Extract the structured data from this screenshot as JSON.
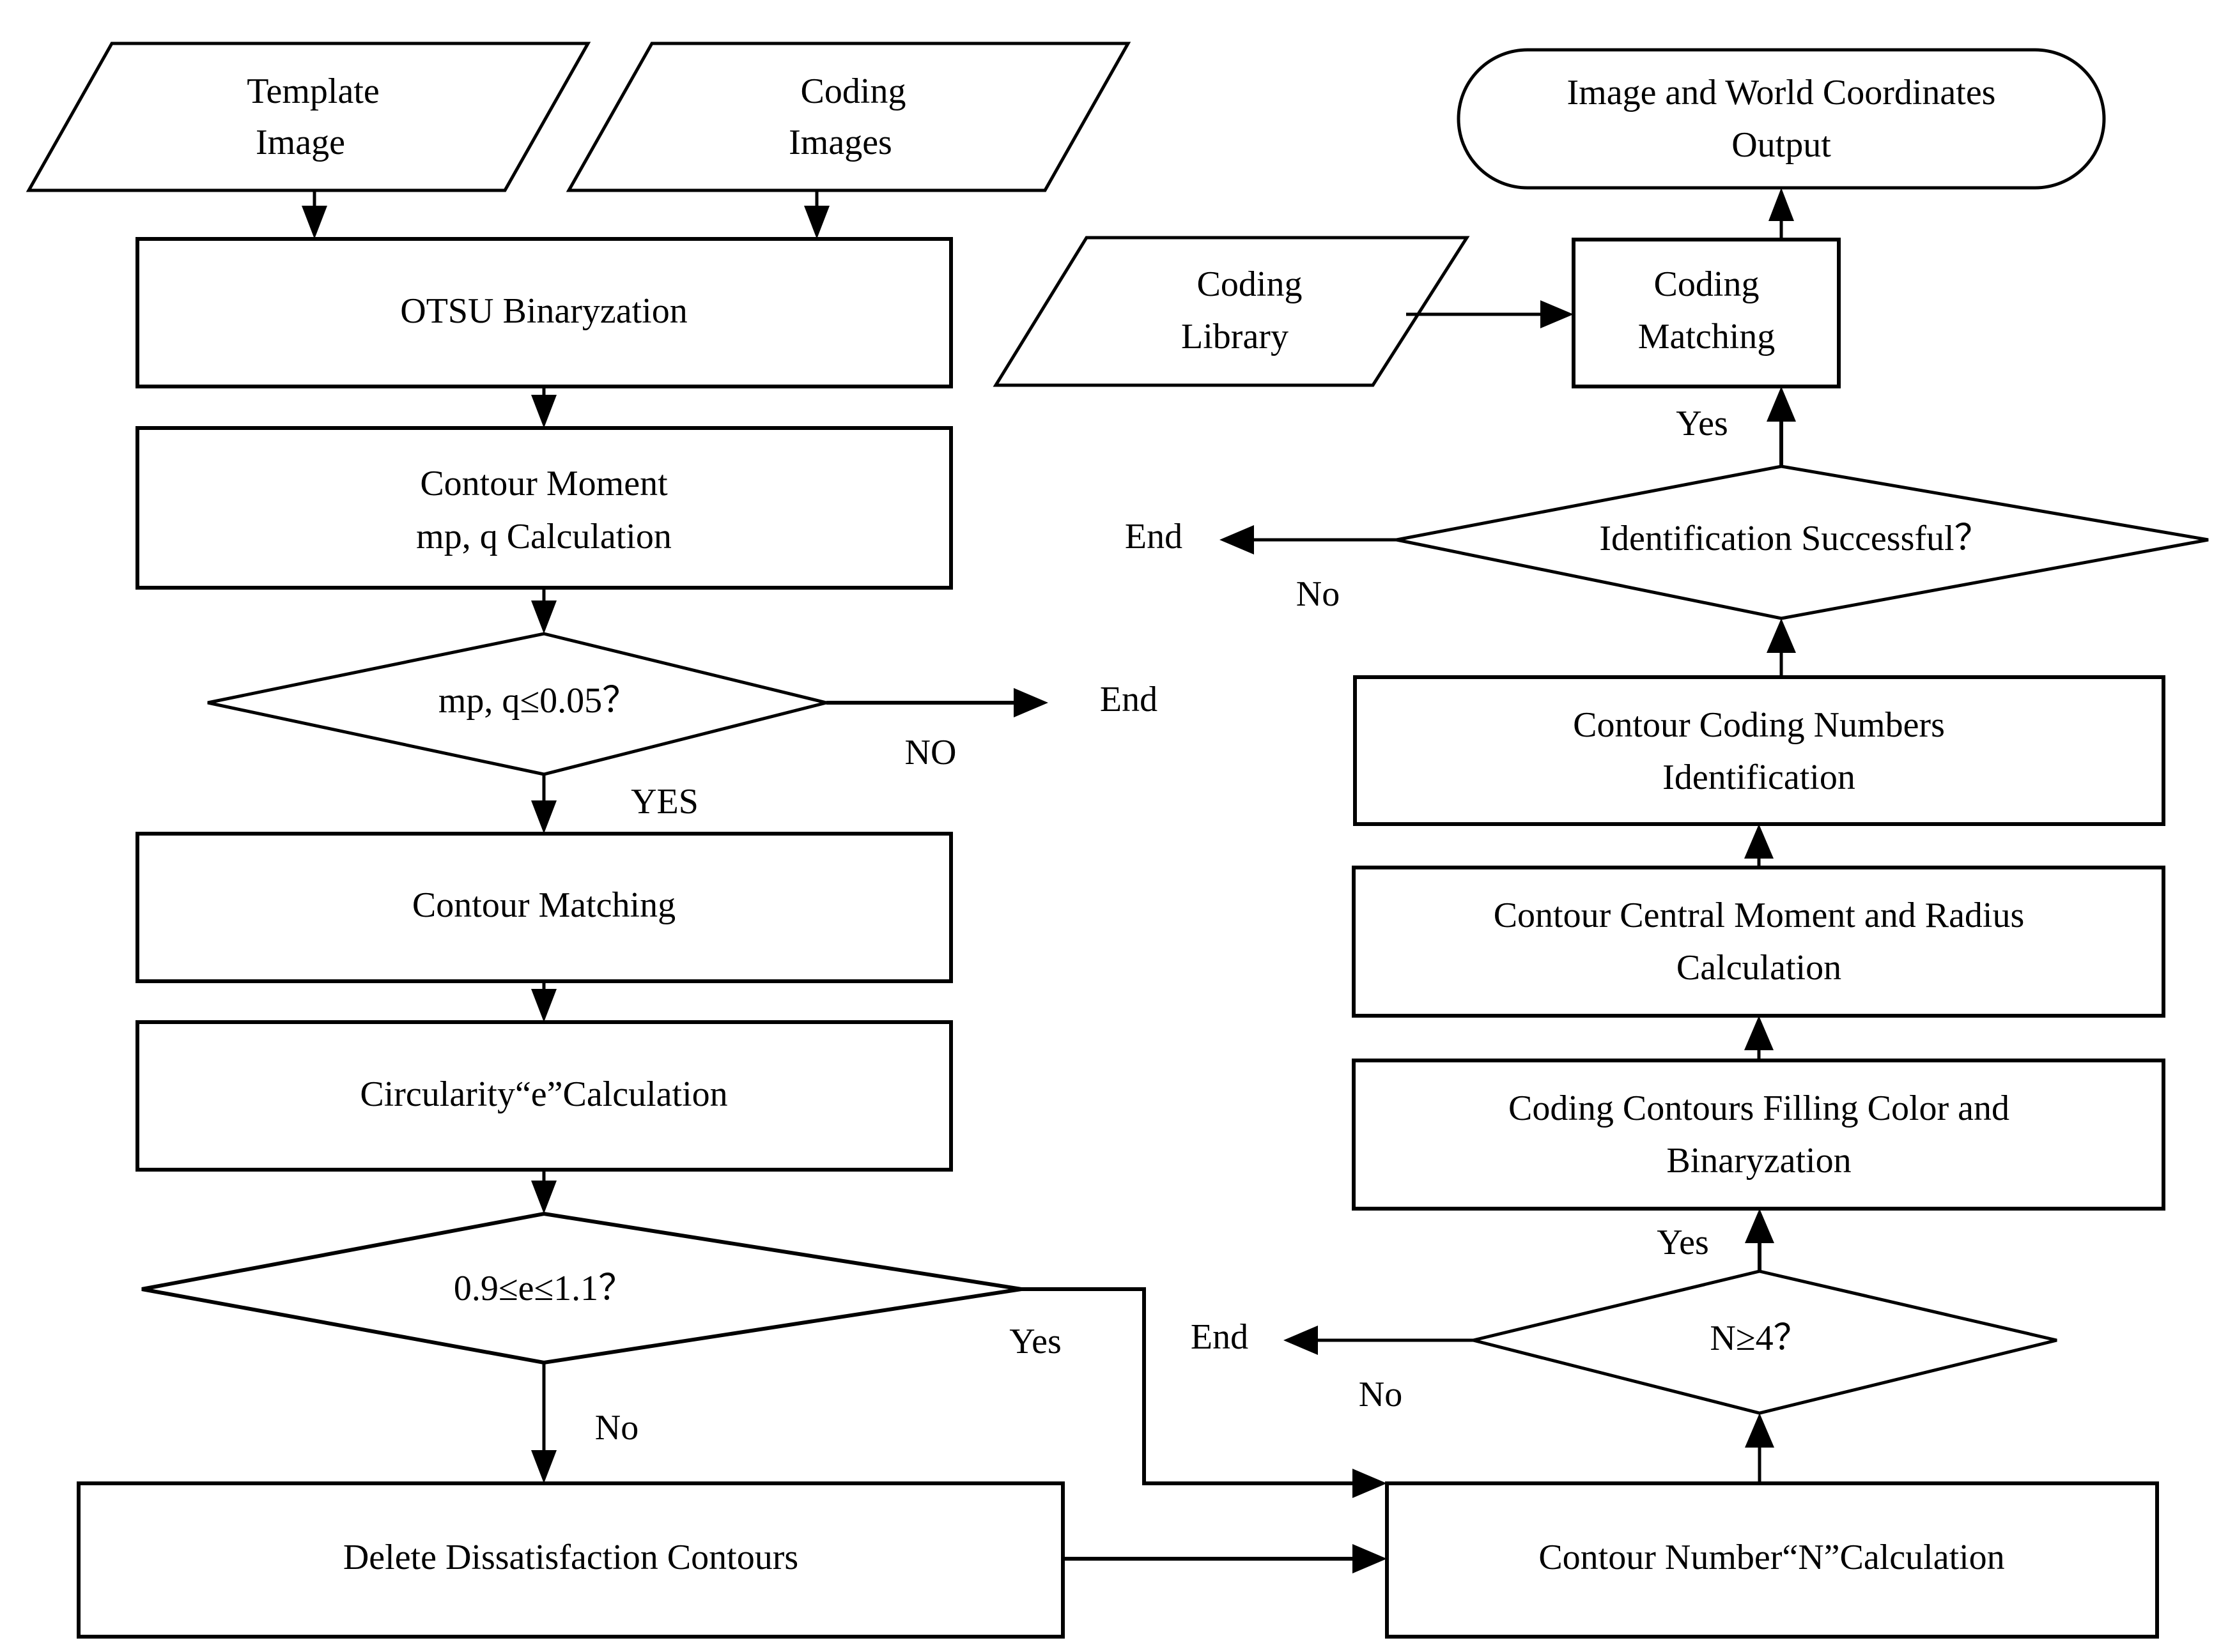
{
  "diagram": {
    "title": "Coded marker image processing and identification flowchart",
    "background_color": "#ffffff",
    "line_color": "#000000"
  },
  "nodes": {
    "template_image": {
      "label_line1": "Template",
      "label_line2": "Image",
      "shape": "parallelogram-input"
    },
    "coding_images": {
      "label_line1": "Coding",
      "label_line2": "Images",
      "shape": "parallelogram-input"
    },
    "otsu": {
      "label_line1": "OTSU Binaryzation",
      "shape": "process"
    },
    "contour_moment": {
      "label_line1": "Contour Moment",
      "label_line2_italic": "mp, q",
      "label_line2_rest": " Calculation",
      "shape": "process"
    },
    "moment_decision": {
      "label_italic": "mp, q",
      "label_rest": "≤0.05？",
      "shape": "decision"
    },
    "contour_matching": {
      "label_line1": "Contour Matching",
      "shape": "process"
    },
    "circularity": {
      "label_line1": "Circularity“e”Calculation",
      "shape": "process"
    },
    "circularity_decision": {
      "label_line1": "0.9≤e≤1.1？",
      "shape": "decision"
    },
    "delete_contours": {
      "label_line1": "Delete Dissatisfaction Contours",
      "shape": "process"
    },
    "contour_number": {
      "label_line1": "Contour Number“N”Calculation",
      "shape": "process"
    },
    "n_decision": {
      "label_line1": "N≥4？",
      "shape": "decision"
    },
    "filling_color": {
      "label_line1": "Coding Contours Filling Color and",
      "label_line2": "Binaryzation",
      "shape": "process"
    },
    "central_moment": {
      "label_line1": "Contour Central Moment and Radius",
      "label_line2": "Calculation",
      "shape": "process"
    },
    "coding_numbers": {
      "label_line1": "Contour Coding Numbers",
      "label_line2": "Identification",
      "shape": "process"
    },
    "identification_decision": {
      "label_line1": "Identification Successful？",
      "shape": "decision"
    },
    "coding_library": {
      "label_line1": "Coding",
      "label_line2": "Library",
      "shape": "parallelogram-input"
    },
    "coding_matching": {
      "label_line1": "Coding",
      "label_line2": "Matching",
      "shape": "process"
    },
    "output": {
      "label_line1": "Image  and World Coordinates",
      "label_line2": "Output",
      "shape": "terminator-rounded"
    }
  },
  "terminals": {
    "end_moment": "End",
    "end_identification": "End",
    "end_n": "End"
  },
  "edge_labels": {
    "moment_no": "NO",
    "moment_yes": "YES",
    "circularity_yes": "Yes",
    "circularity_no": "No",
    "n_yes": "Yes",
    "n_no": "No",
    "identification_yes": "Yes",
    "identification_no": "No"
  },
  "chart_data": {
    "type": "flowchart",
    "nodes": [
      {
        "id": "template_image",
        "text": "Template Image",
        "type": "input"
      },
      {
        "id": "coding_images",
        "text": "Coding Images",
        "type": "input"
      },
      {
        "id": "otsu",
        "text": "OTSU Binaryzation",
        "type": "process"
      },
      {
        "id": "contour_moment",
        "text": "Contour Moment mp, q Calculation",
        "type": "process"
      },
      {
        "id": "moment_decision",
        "text": "mp, q≤0.05？",
        "type": "decision"
      },
      {
        "id": "contour_matching",
        "text": "Contour Matching",
        "type": "process"
      },
      {
        "id": "circularity",
        "text": "Circularity“e”Calculation",
        "type": "process"
      },
      {
        "id": "circularity_decision",
        "text": "0.9≤e≤1.1？",
        "type": "decision"
      },
      {
        "id": "delete_contours",
        "text": "Delete Dissatisfaction Contours",
        "type": "process"
      },
      {
        "id": "contour_number",
        "text": "Contour Number“N”Calculation",
        "type": "process"
      },
      {
        "id": "n_decision",
        "text": "N≥4？",
        "type": "decision"
      },
      {
        "id": "filling_color",
        "text": "Coding Contours Filling Color and Binaryzation",
        "type": "process"
      },
      {
        "id": "central_moment",
        "text": "Contour Central Moment and Radius Calculation",
        "type": "process"
      },
      {
        "id": "coding_numbers",
        "text": "Contour Coding Numbers Identification",
        "type": "process"
      },
      {
        "id": "identification_decision",
        "text": "Identification Successful？",
        "type": "decision"
      },
      {
        "id": "coding_library",
        "text": "Coding Library",
        "type": "input"
      },
      {
        "id": "coding_matching",
        "text": "Coding Matching",
        "type": "process"
      },
      {
        "id": "output",
        "text": "Image  and World Coordinates Output",
        "type": "terminator"
      }
    ],
    "edges": [
      {
        "from": "template_image",
        "to": "otsu",
        "label": ""
      },
      {
        "from": "coding_images",
        "to": "otsu",
        "label": ""
      },
      {
        "from": "otsu",
        "to": "contour_moment",
        "label": ""
      },
      {
        "from": "contour_moment",
        "to": "moment_decision",
        "label": ""
      },
      {
        "from": "moment_decision",
        "to": "end_moment",
        "label": "NO"
      },
      {
        "from": "moment_decision",
        "to": "contour_matching",
        "label": "YES"
      },
      {
        "from": "contour_matching",
        "to": "circularity",
        "label": ""
      },
      {
        "from": "circularity",
        "to": "circularity_decision",
        "label": ""
      },
      {
        "from": "circularity_decision",
        "to": "contour_number",
        "label": "Yes"
      },
      {
        "from": "circularity_decision",
        "to": "delete_contours",
        "label": "No"
      },
      {
        "from": "delete_contours",
        "to": "contour_number",
        "label": ""
      },
      {
        "from": "contour_number",
        "to": "n_decision",
        "label": ""
      },
      {
        "from": "n_decision",
        "to": "end_n",
        "label": "No"
      },
      {
        "from": "n_decision",
        "to": "filling_color",
        "label": "Yes"
      },
      {
        "from": "filling_color",
        "to": "central_moment",
        "label": ""
      },
      {
        "from": "central_moment",
        "to": "coding_numbers",
        "label": ""
      },
      {
        "from": "coding_numbers",
        "to": "identification_decision",
        "label": ""
      },
      {
        "from": "identification_decision",
        "to": "end_identification",
        "label": "No"
      },
      {
        "from": "identification_decision",
        "to": "coding_matching",
        "label": "Yes"
      },
      {
        "from": "coding_library",
        "to": "coding_matching",
        "label": ""
      },
      {
        "from": "coding_matching",
        "to": "output",
        "label": ""
      }
    ]
  }
}
